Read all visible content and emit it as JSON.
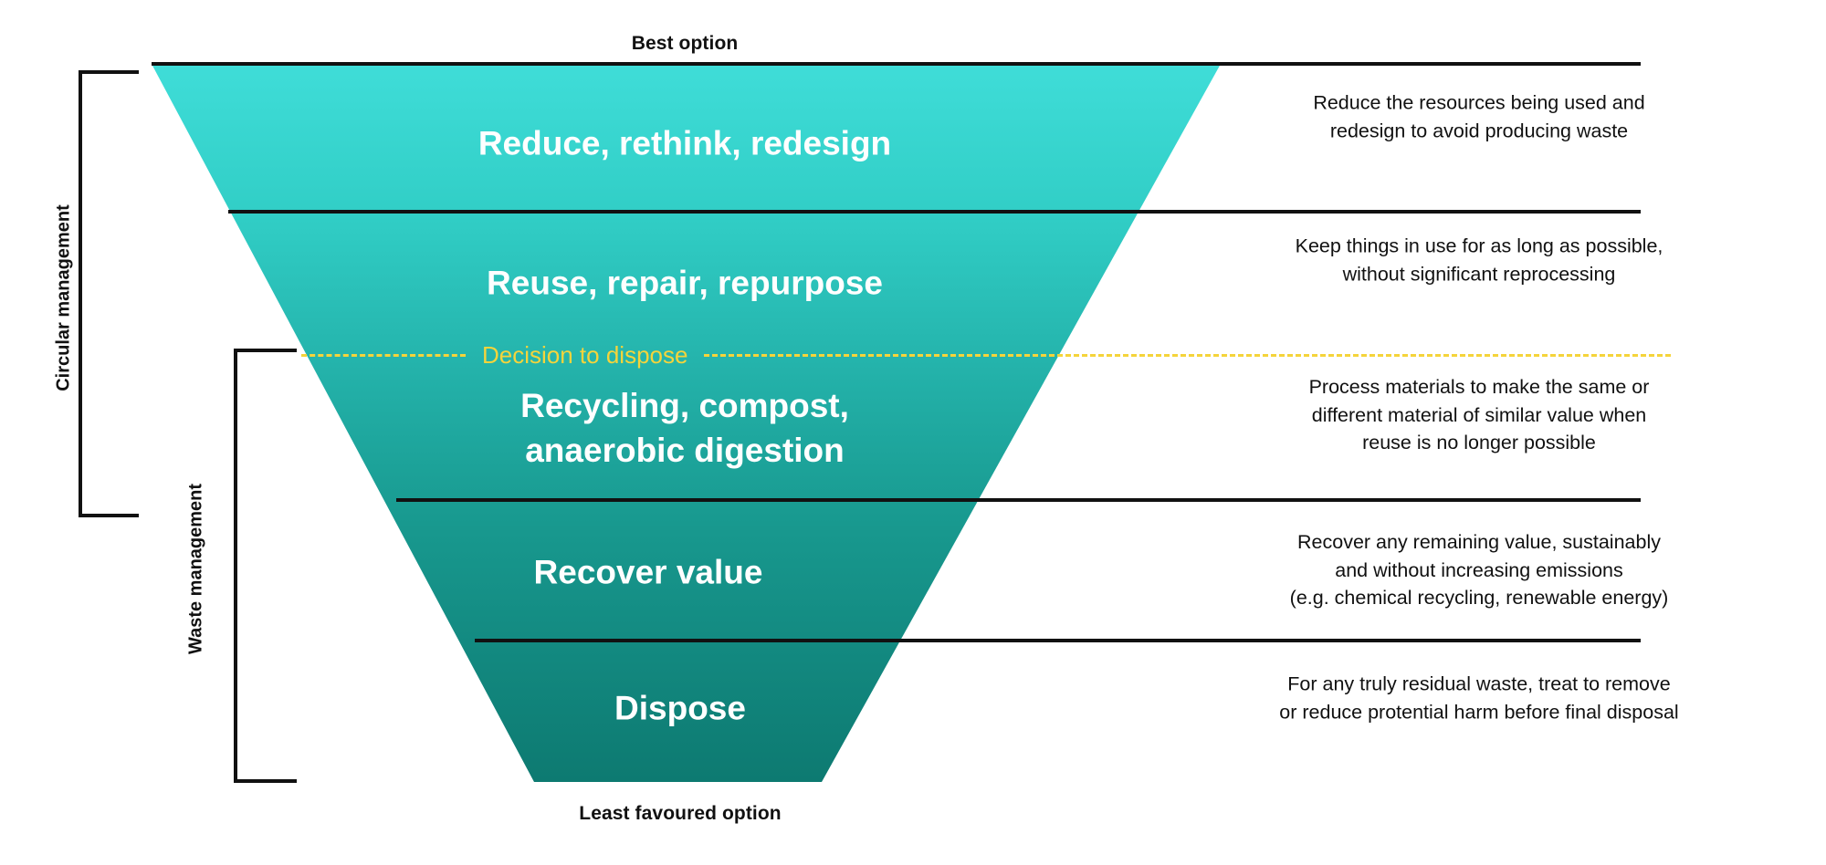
{
  "diagram": {
    "title_top": "Best option",
    "title_bottom": "Least favoured option",
    "decision_label": "Decision to dispose",
    "decision_color": "#F5D43B",
    "funnel_top_color": "#3ADCD6",
    "funnel_bottom_color": "#0D7B72",
    "divider_color": "#111111",
    "brackets": [
      {
        "label": "Circular management"
      },
      {
        "label": "Waste management"
      }
    ],
    "tiers": [
      {
        "rank": 1,
        "title": "Reduce, rethink, redesign",
        "description": "Reduce the resources being used and\nredesign to avoid producing waste",
        "band_color": "#3ED5D0"
      },
      {
        "rank": 2,
        "title": "Reuse, repair, repurpose",
        "description": "Keep things in use for as long as possible,\nwithout significant reprocessing",
        "band_color": "#2CC3BC"
      },
      {
        "rank": 3,
        "title": "Recycling, compost,\nanaerobic digestion",
        "description": "Process materials to make the same or\ndifferent material of similar value when\nreuse is no longer possible",
        "band_color": "#23AEA6"
      },
      {
        "rank": 4,
        "title": "Recover value",
        "description": "Recover any remaining value, sustainably\nand without increasing emissions\n(e.g. chemical recycling, renewable energy)",
        "band_color": "#189A92"
      },
      {
        "rank": 5,
        "title": "Dispose",
        "description": "For any truly residual waste, treat to remove\nor reduce protential harm before final disposal",
        "band_color": "#0E7E76"
      }
    ]
  },
  "chart_data": {
    "type": "funnel",
    "title": "Waste hierarchy",
    "orientation": "vertical-descending",
    "top_annotation": "Best option",
    "bottom_annotation": "Least favoured option",
    "divider_annotation": "Decision to dispose",
    "divider_after_stage": 2,
    "groupings": [
      {
        "name": "Circular management",
        "stages": [
          1,
          2,
          3
        ]
      },
      {
        "name": "Waste management",
        "stages": [
          3,
          4,
          5
        ]
      }
    ],
    "stages": [
      {
        "rank": 1,
        "label": "Reduce, rethink, redesign",
        "detail": "Reduce the resources being used and redesign to avoid producing waste"
      },
      {
        "rank": 2,
        "label": "Reuse, repair, repurpose",
        "detail": "Keep things in use for as long as possible, without significant reprocessing"
      },
      {
        "rank": 3,
        "label": "Recycling, compost, anaerobic digestion",
        "detail": "Process materials to make the same or different material of similar value when reuse is no longer possible"
      },
      {
        "rank": 4,
        "label": "Recover value",
        "detail": "Recover any remaining value, sustainably and without increasing emissions (e.g. chemical recycling, renewable energy)"
      },
      {
        "rank": 5,
        "label": "Dispose",
        "detail": "For any truly residual waste, treat to remove or reduce protential harm before final disposal"
      }
    ]
  }
}
